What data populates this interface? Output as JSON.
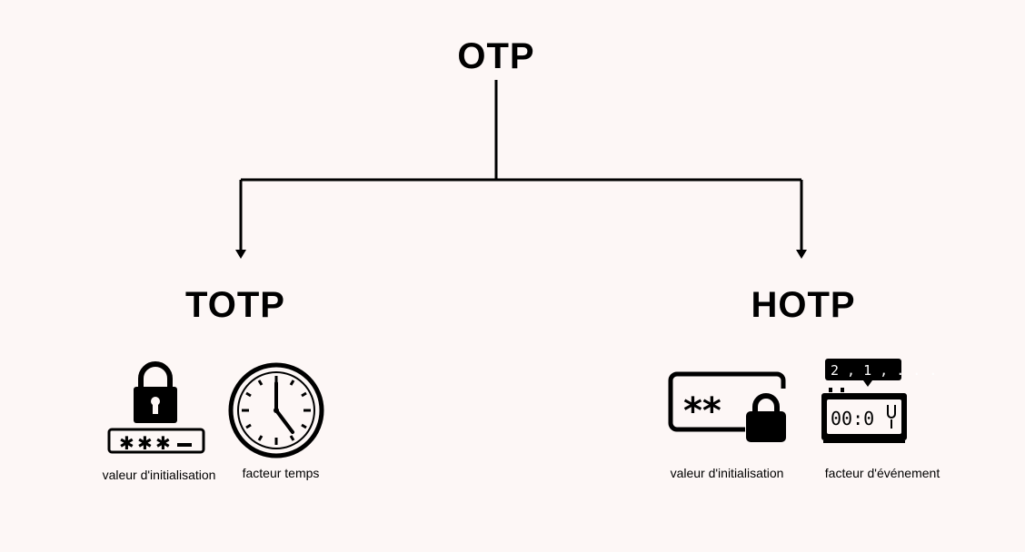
{
  "root": {
    "label": "OTP"
  },
  "branches": [
    {
      "label": "TOTP",
      "items": [
        {
          "icon": "lock-password-icon",
          "caption": "valeur d'initialisation"
        },
        {
          "icon": "clock-icon",
          "caption": "facteur temps"
        }
      ]
    },
    {
      "label": "HOTP",
      "items": [
        {
          "icon": "password-lock-icon",
          "caption": "valeur d'initialisation"
        },
        {
          "icon": "counter-icon",
          "caption": "facteur d'événement"
        }
      ]
    }
  ],
  "icon_text": {
    "password_mask": "**",
    "counter_bubble": "2 , 1 , . . .",
    "counter_display": "00:0"
  }
}
